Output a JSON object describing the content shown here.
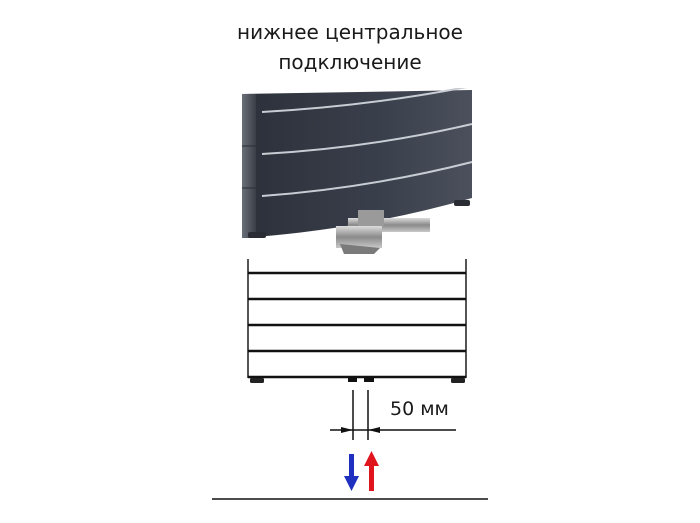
{
  "title": {
    "line1": "нижнее центральное",
    "line2": "подключение"
  },
  "dimension": {
    "label": "50 мм",
    "value": 50,
    "unit": "мм"
  },
  "flow_arrows": [
    {
      "direction": "down",
      "color": "#1f2fbf",
      "meaning": "return"
    },
    {
      "direction": "up",
      "color": "#e0141c",
      "meaning": "supply"
    }
  ],
  "radiator": {
    "panel_color": "#3a3f4c",
    "sections_in_drawing": 4
  }
}
